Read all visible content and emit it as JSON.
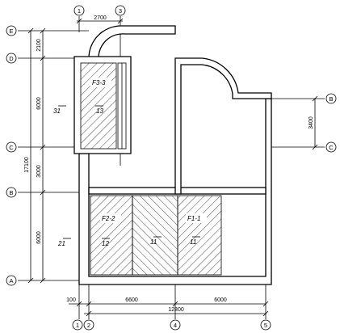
{
  "axes": {
    "left": [
      "E",
      "D",
      "C",
      "B",
      "A"
    ],
    "right": [
      "B",
      "C"
    ],
    "top": [
      "1",
      "3"
    ],
    "bottom": [
      "1",
      "2",
      "4",
      "5"
    ]
  },
  "dimensions": {
    "top_width": "2700",
    "left_segments": [
      "2100",
      "6000",
      "3000",
      "6000"
    ],
    "left_total": "17100",
    "right_segment": "3400",
    "bottom_left": "100",
    "bottom_segments": [
      "6600",
      "6000"
    ],
    "bottom_total": "12800"
  },
  "labels": {
    "upper_zone": "F3-3",
    "upper_section": "13",
    "left_section_upper": "31",
    "lower_zone_left": "F2-2",
    "lower_zone_right": "F1-1",
    "section_12": "12",
    "section_11a": "11",
    "section_11b": "11",
    "left_section_lower": "21"
  }
}
